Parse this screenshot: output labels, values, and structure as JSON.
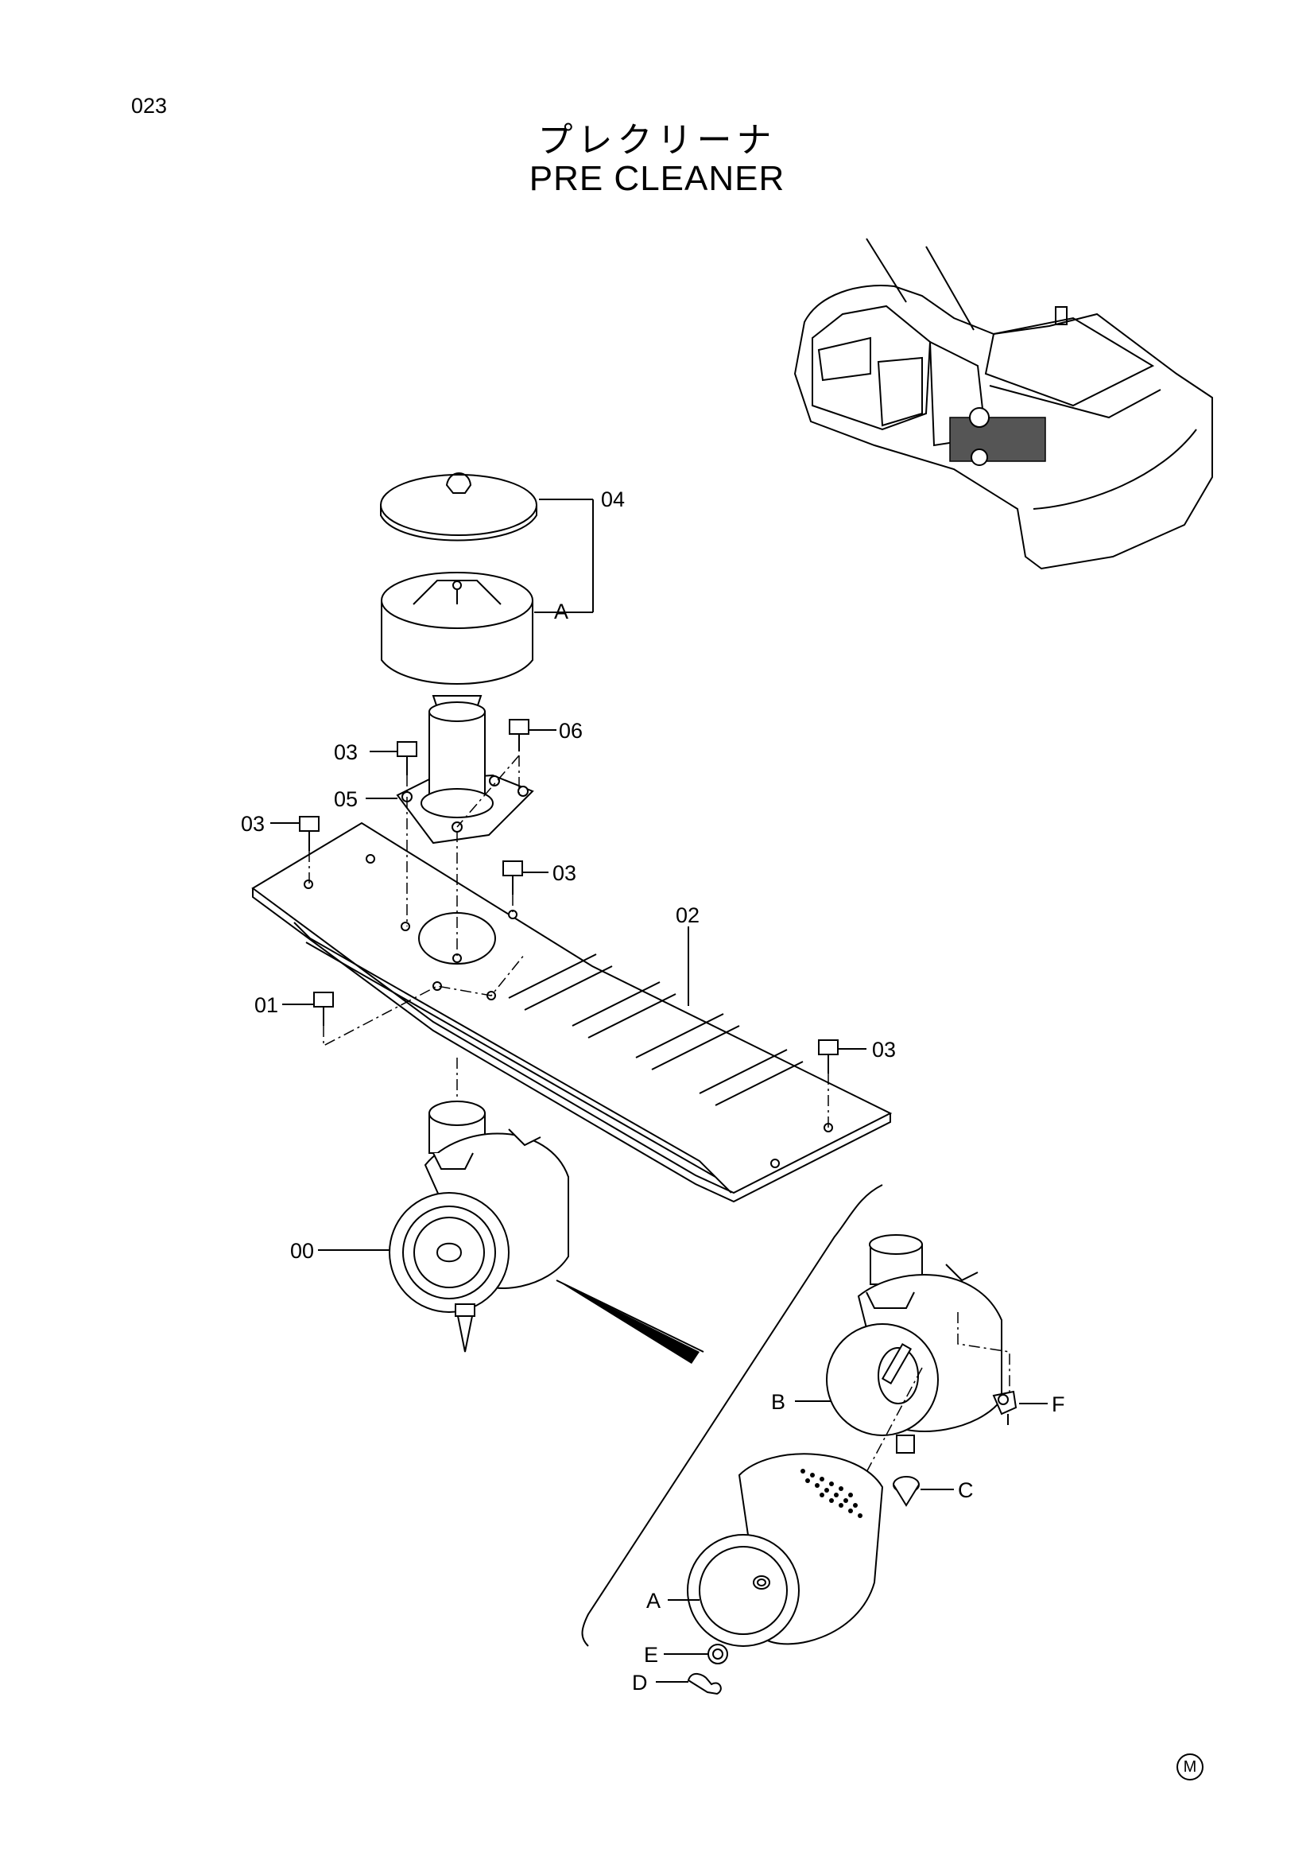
{
  "page": {
    "number": "023",
    "stamp": "M"
  },
  "title": {
    "jp": "プレクリーナ",
    "en": "PRE CLEANER"
  },
  "callouts": {
    "c04": "04",
    "cA1": "A",
    "c06": "06",
    "c03a": "03",
    "c05": "05",
    "c03b": "03",
    "c03c": "03",
    "c02": "02",
    "c01": "01",
    "c03d": "03",
    "c00": "00",
    "cB": "B",
    "cF": "F",
    "cC": "C",
    "cA2": "A",
    "cE": "E",
    "cD": "D"
  }
}
